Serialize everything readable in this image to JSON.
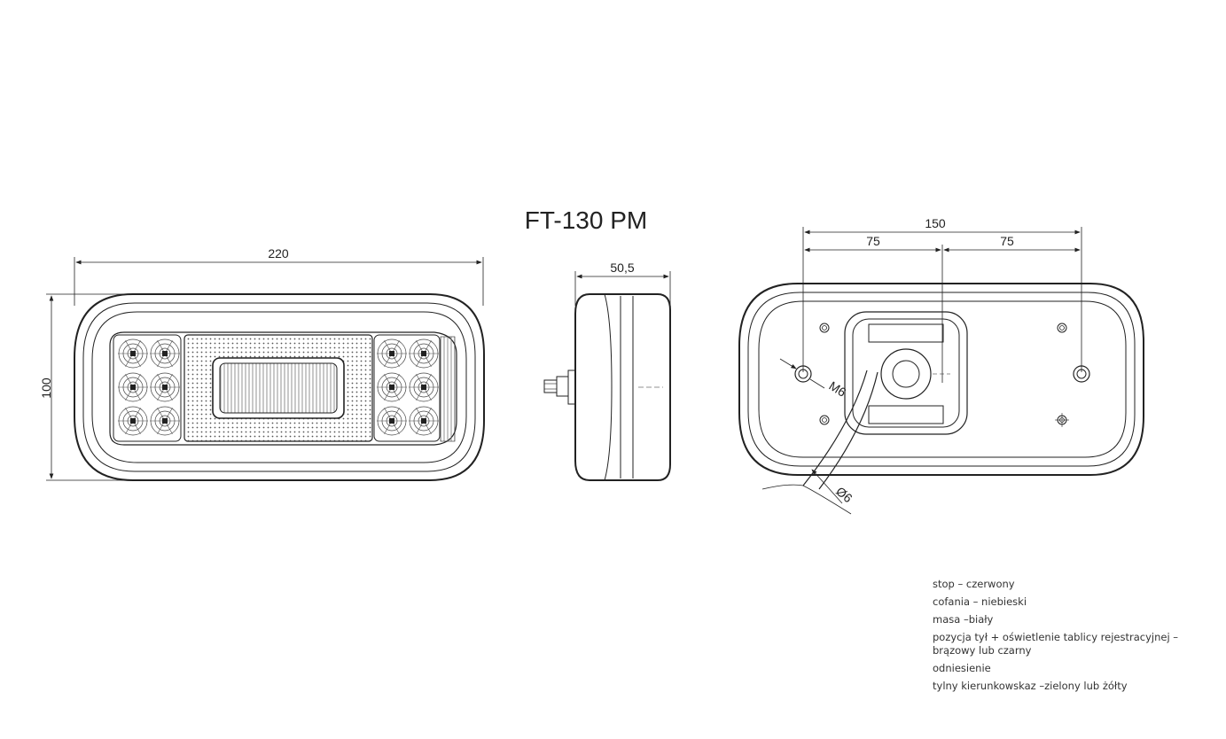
{
  "title": "FT-130 PM",
  "front_view": {
    "width_label": "220",
    "height_label": "100"
  },
  "side_view": {
    "depth_label": "50,5"
  },
  "rear_view": {
    "overall_spacing_label": "150",
    "left_spacing_label": "75",
    "right_spacing_label": "75",
    "thread_label": "M6",
    "cable_label": "Ø6"
  },
  "legend": {
    "items": [
      "stop – czerwony",
      "cofania – niebieski",
      "masa –biały",
      "pozycja tył + oświetlenie tablicy rejestracyjnej –brązowy lub czarny",
      "odniesienie",
      "tylny kierunkowskaz –zielony lub żółty"
    ]
  }
}
